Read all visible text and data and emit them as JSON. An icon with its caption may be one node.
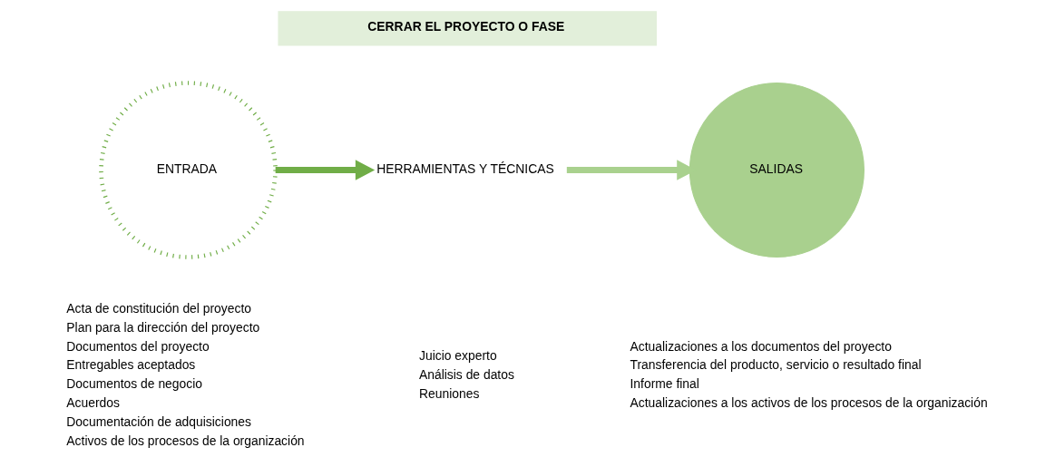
{
  "diagram": {
    "nodes": [
      {
        "text": [
          "CERRAR EL PROYECTO O FASE"
        ]
      },
      {
        "text": [
          "ENTRADA"
        ],
        "beside": [
          "Acta de constitución del proyecto",
          "Plan para la dirección del proyecto",
          "Documentos del proyecto",
          "Entregables aceptados",
          "Documentos de negocio",
          "Acuerdos",
          "Documentación de adquisiciones",
          "Activos de los procesos de la organización"
        ]
      },
      {
        "text": [
          "HERRAMIENTAS Y TÉCNICAS"
        ],
        "beside": [
          "Juicio experto",
          "Análisis de datos",
          "Reuniones"
        ]
      },
      {
        "text": [
          "SALIDAS"
        ],
        "beside": [
          "Actualizaciones a los documentos del proyecto",
          "Transferencia del producto, servicio o resultado final",
          "Informe final",
          "Actualizaciones a los activos de los procesos de la organización"
        ]
      }
    ],
    "edges": [
      {
        "from": 1,
        "to": 2,
        "arrow": "to",
        "color": "#70ad47"
      },
      {
        "from": 2,
        "to": 3,
        "arrow": "to",
        "color": "#a9d18e"
      }
    ]
  }
}
